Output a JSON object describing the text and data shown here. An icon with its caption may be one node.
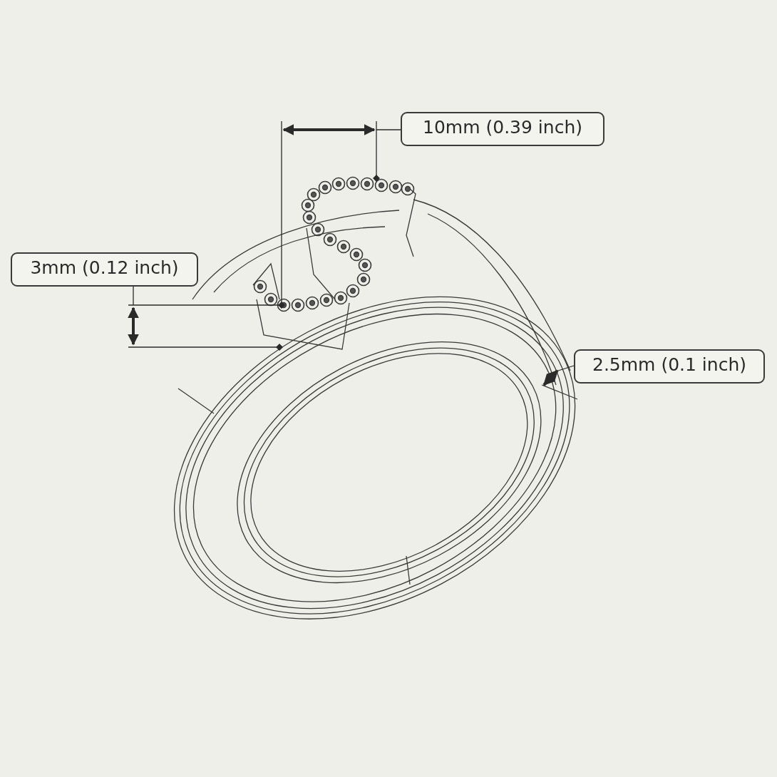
{
  "diagram": {
    "labels": [
      "10mm (0.39 inch)",
      "3mm (0.12 inch)",
      "2.5mm (0.1 inch)"
    ]
  }
}
